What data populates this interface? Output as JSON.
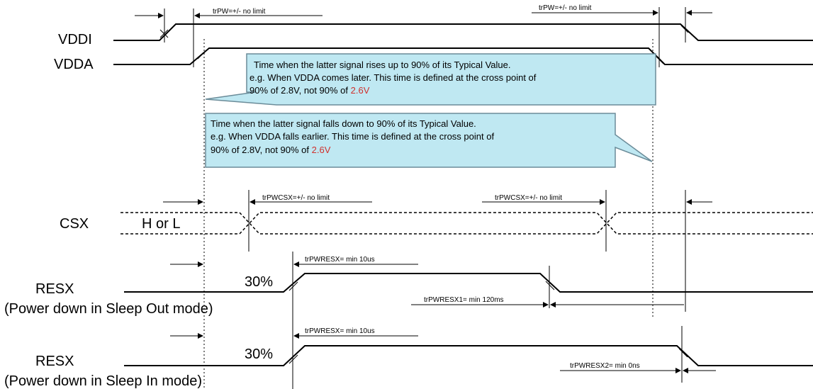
{
  "signals": {
    "vddi": "VDDI",
    "vdda": "VDDA",
    "csx": "CSX",
    "csx_state": "H or L",
    "resx1": "RESX",
    "resx1_mode": "(Power down in Sleep Out mode)",
    "resx2": "RESX",
    "resx2_mode": "(Power down in Sleep In mode)",
    "pct1": "30%",
    "pct2": "30%"
  },
  "timings": {
    "trpw_left": "trPW=+/- no limit",
    "trpw_right": "trPW=+/- no limit",
    "trpwcsx_left": "trPWCSX=+/- no limit",
    "trpwcsx_right": "trPWCSX=+/- no limit",
    "trpwresx_1": "trPWRESX= min 10us",
    "trpwresx1": "trPWRESX1= min 120ms",
    "trpwresx_2": "trPWRESX= min 10us",
    "trpwresx2": "trPWRESX2= min 0ns"
  },
  "callouts": {
    "rise": {
      "line1": "Time when the latter signal rises up to 90% of its Typical Value.",
      "line2": "e.g. When VDDA  comes later. This time is defined at the cross point of",
      "line3_prefix": "90% of 2.8V, not 90% of ",
      "line3_red": "2.6V"
    },
    "fall": {
      "line1": "Time when the latter signal falls down to 90% of its Typical Value.",
      "line2": "e.g. When VDDA falls earlier. This time is defined at the cross point of",
      "line3_prefix": "90% of 2.8V, not 90% of ",
      "line3_red": "2.6V"
    }
  },
  "colors": {
    "callout_fill": "#bfe8f2",
    "callout_stroke": "#6b8c99",
    "highlight_red": "#d0312d"
  }
}
